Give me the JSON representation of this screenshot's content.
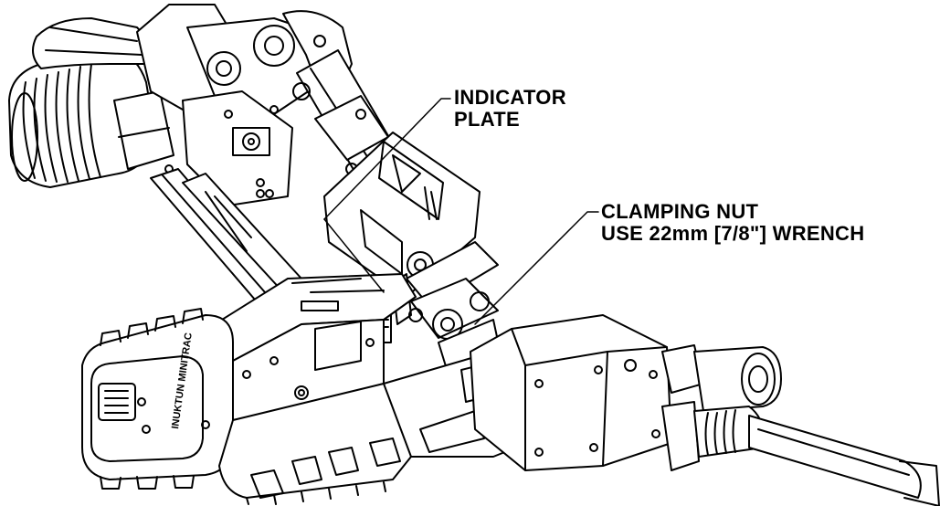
{
  "callouts": {
    "indicator_plate": {
      "line1": "INDICATOR",
      "line2": "PLATE"
    },
    "clamping_nut": {
      "line1": "CLAMPING NUT",
      "line2": "USE 22mm [7/8\"] WRENCH"
    }
  },
  "device_markings": {
    "track_side_text": "INUKTUN MINITRAC"
  },
  "colors": {
    "ink": "#000000",
    "paper": "#ffffff"
  }
}
